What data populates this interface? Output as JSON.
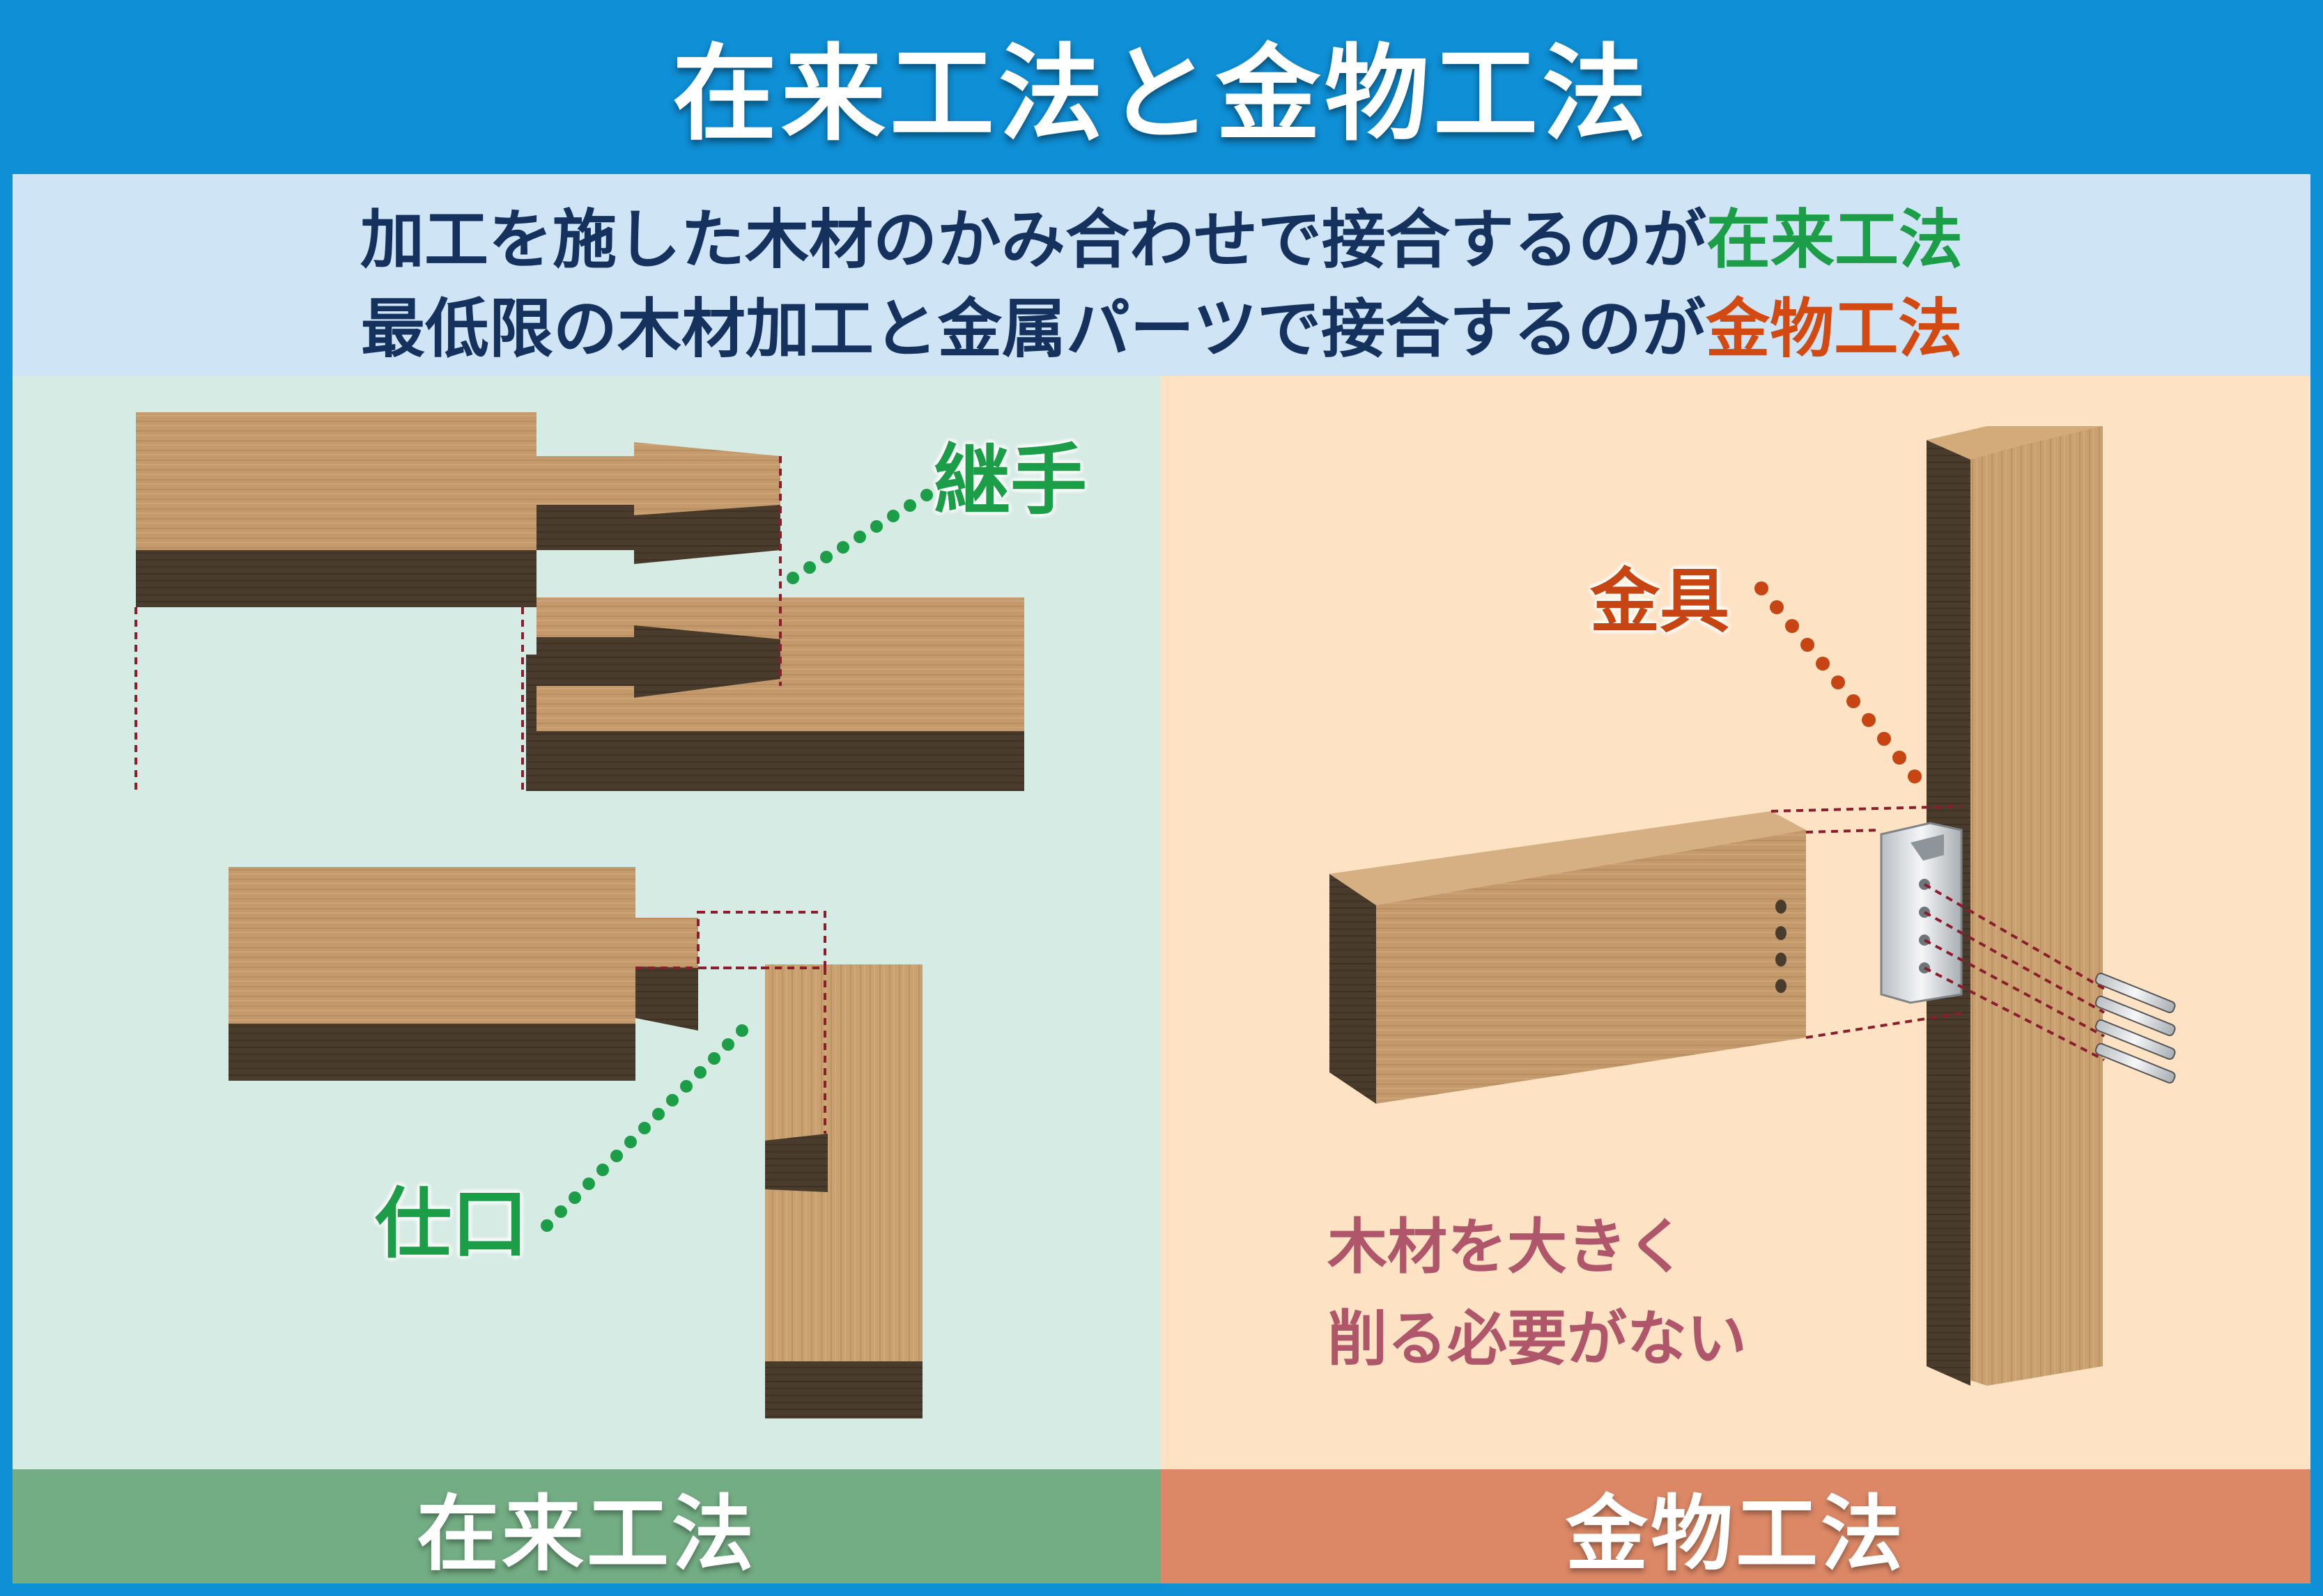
{
  "title": "在来工法と金物工法",
  "intro": {
    "line1_prefix": "加工を施した木材のかみ合わせで接合するのが",
    "line1_highlight": "在来工法",
    "line2_prefix": "最低限の木材加工と金属パーツで接合するのが",
    "line2_highlight": "金物工法"
  },
  "left_panel": {
    "callout_joint": "継手",
    "callout_connection": "仕口",
    "footer": "在来工法"
  },
  "right_panel": {
    "callout_hardware": "金具",
    "note_line1": "木材を大きく",
    "note_line2": "削る必要がない",
    "footer": "金物工法"
  },
  "colors": {
    "frame_blue": "#0f8fd6",
    "intro_bg": "#cfe4f4",
    "left_bg": "#d6ebe4",
    "right_bg": "#fde3c4",
    "left_footer": "#73ad83",
    "right_footer": "#dc8866",
    "zairai_green": "#1c9d47",
    "kanamono_orange": "#d24a12",
    "note_pink": "#b0566b",
    "wood_light": "#c49a6c",
    "wood_dark": "#4a3c2c",
    "guide_line": "#8a1e2c"
  }
}
